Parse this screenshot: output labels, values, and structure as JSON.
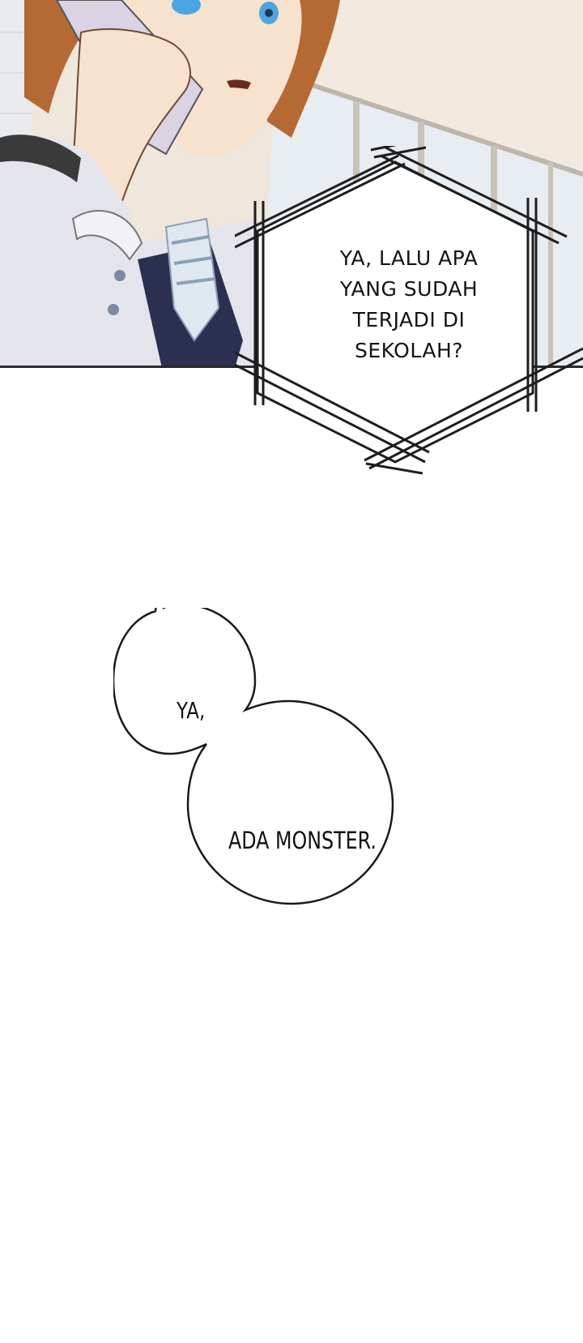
{
  "panel": {
    "artwork": "girl-with-phone-illustration",
    "colors": {
      "hair": "#b56a33",
      "skin": "#f6e2cd",
      "uniform": "#e4e4ec",
      "vest": "#2b3050",
      "wall": "#efe6dc",
      "window": "#e6edf1",
      "eye": "#4aa6e0"
    }
  },
  "caption_box": {
    "lines": [
      "YA, LALU APA",
      "YANG SUDAH",
      "TERJADI DI",
      "SEKOLAH?"
    ]
  },
  "speech": {
    "first": "YA,",
    "second": "ADA MONSTER."
  }
}
